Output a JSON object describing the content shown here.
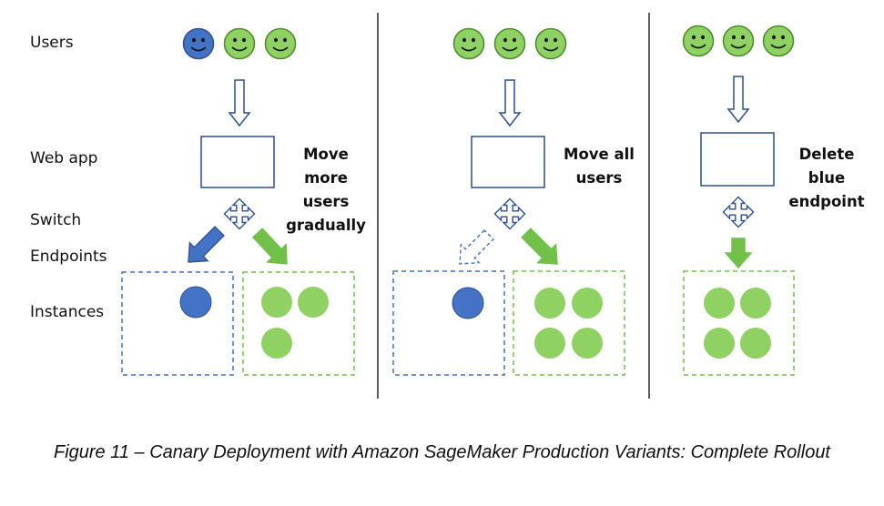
{
  "row_labels": {
    "users": "Users",
    "web_app": "Web app",
    "switch": "Switch",
    "endpoints": "Endpoints",
    "instances": "Instances"
  },
  "panels": [
    {
      "users": [
        "blue",
        "green",
        "green"
      ],
      "note_lines": [
        "Move",
        "more",
        "users",
        "gradually"
      ],
      "routes": [
        "blue",
        "green"
      ],
      "blue_instances": 1,
      "green_instances": 3
    },
    {
      "users": [
        "green",
        "green",
        "green"
      ],
      "note_lines": [
        "Move all",
        "users"
      ],
      "routes": [
        "blue-inactive",
        "green"
      ],
      "blue_instances": 1,
      "green_instances": 4
    },
    {
      "users": [
        "green",
        "green",
        "green"
      ],
      "note_lines": [
        "Delete",
        "blue",
        "endpoint"
      ],
      "routes": [
        "green"
      ],
      "blue_instances": 0,
      "green_instances": 4
    }
  ],
  "caption": "Figure 11 – Canary Deployment with Amazon SageMaker Production Variants: Complete Rollout",
  "colors": {
    "blue": "#4472c4",
    "blue_dark": "#2f528f",
    "green": "#70c04a",
    "green_light": "#8fd162",
    "green_dark": "#4a8a2a",
    "outline": "#2f4f8f"
  }
}
